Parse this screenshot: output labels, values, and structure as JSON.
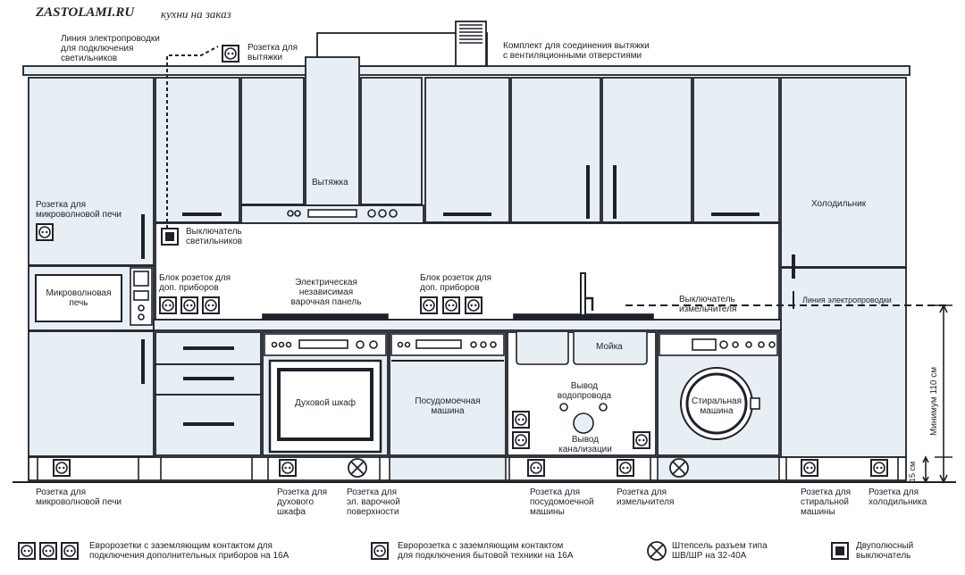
{
  "header": {
    "brand": "ZASTOLAMI.RU",
    "subtitle": "кухни на заказ"
  },
  "labels": {
    "light_wiring": "Линия электропроводки\nдля подключения\nсветильников",
    "hood_socket": "Розетка для\nвытяжки",
    "hood_kit": "Комплект для соединения вытяжки\nс вентиляционными отверстиями",
    "microwave_socket_top": "Розетка для\nмикроволновой печи",
    "hood": "Вытяжка",
    "light_switch": "Выключатель\nсветильников",
    "fridge": "Холодильник",
    "microwave": "Микроволновая\nпечь",
    "socket_block_left": "Блок розеток для\nдоп. приборов",
    "hob": "Электрическая\nнезависимая\nварочная панель",
    "socket_block_right": "Блок розеток для\nдоп. приборов",
    "disposer_switch": "Выключатель\nизмельчителя",
    "wiring_line": "Линия электропроводки",
    "sink": "Мойка",
    "oven": "Духовой шкаф",
    "dishwasher": "Посудомоечная\nмашина",
    "water_outlet": "Вывод\nводопровода",
    "drain_outlet": "Вывод\nканализации",
    "washing_machine": "Стиральная\nмашина",
    "min_height": "Минимум 110 см",
    "small_height": "15 см"
  },
  "bottom_labels": {
    "microwave": "Розетка для\nмикроволновой печи",
    "oven": "Розетка для\nдухового\nшкафа",
    "hob": "Розетка для\nэл. варочной\nповерхности",
    "dishwasher": "Розетка для\nпосудомоечной\nмашины",
    "disposer": "Розетка для\nизмельчителя",
    "washer": "Розетка для\nстиральной\nмашины",
    "fridge": "Розетка для\nхолодильника"
  },
  "legend": [
    {
      "icon": "triple-socket-icon",
      "text": "Евророзетки с заземляющим контактом для\nподключения дополнительных приборов на 16А"
    },
    {
      "icon": "socket-icon",
      "text": "Евророзетка с заземляющим контактом\nдля подключения бытовой техники на 16А"
    },
    {
      "icon": "plug-32a-icon",
      "text": "Штепсель разъем типа\nШВ/ШР на 32-40А"
    },
    {
      "icon": "double-switch-icon",
      "text": "Двуполюсный\nвыключатель"
    }
  ],
  "colors": {
    "cabinet_fill": "#e8eff4",
    "stroke": "#1e2228",
    "background": "#ffffff"
  }
}
